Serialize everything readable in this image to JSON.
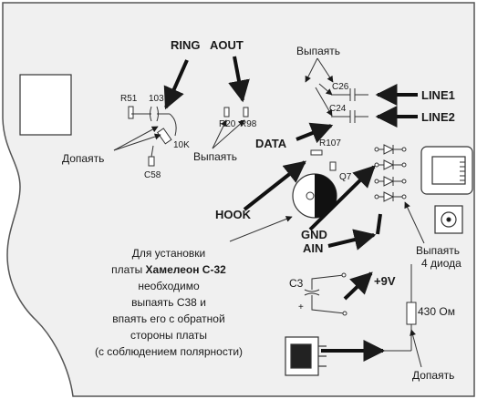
{
  "labels": {
    "ring": "RING",
    "aout": "AOUT",
    "r51": "R51",
    "c103": "103",
    "r10k": "10K",
    "c58": "C58",
    "dopayat_left": "Допаять",
    "r20": "R20",
    "r98": "R98",
    "vypayat_mid": "Выпаять",
    "vypayat_top": "Выпаять",
    "c26": "C26",
    "c24": "C24",
    "line1": "LINE1",
    "line2": "LINE2",
    "data": "DATA",
    "r107": "R107",
    "q7": "Q7",
    "hook": "HOOK",
    "gnd": "GND",
    "ain": "AIN",
    "vypayat_diodes_1": "Выпаять",
    "vypayat_diodes_2": "4 диода",
    "c3": "C3",
    "plus_small": "+",
    "plus9v": "+9V",
    "r430": "430 Ом",
    "dopayat_bottom": "Допаять"
  },
  "note": {
    "line1": "Для установки",
    "line2_prefix": "платы ",
    "line2_bold": "Хамелеон С-32",
    "line3": "необходимо",
    "line4": "выпаять С38 и",
    "line5": "впаять его с обратной",
    "line6": "стороны платы",
    "line7": "(с соблюдением полярности)"
  },
  "colors": {
    "ink": "#1a1a1a",
    "board": "#f0f0f0",
    "outline": "#555555"
  }
}
